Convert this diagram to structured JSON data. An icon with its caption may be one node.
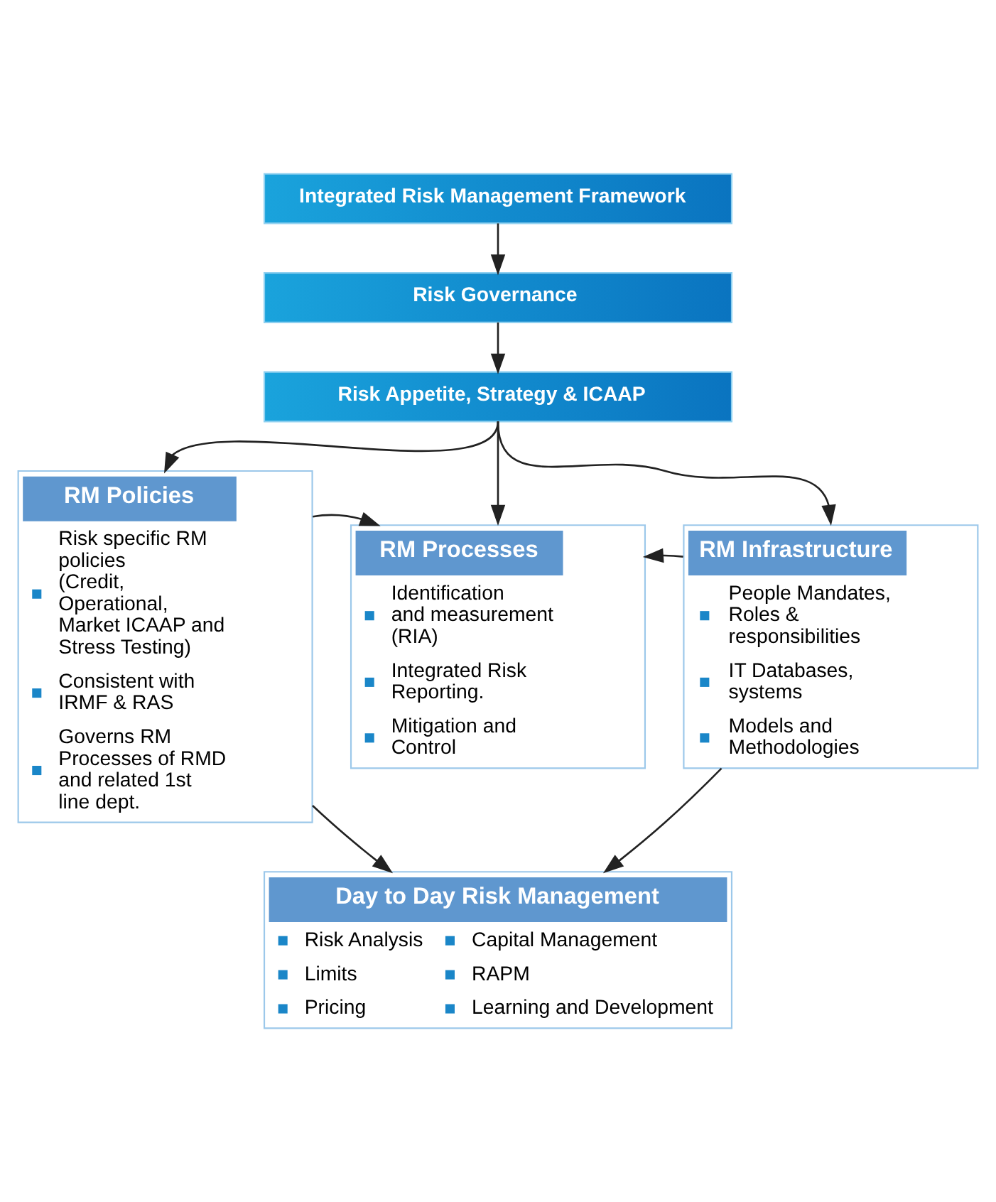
{
  "diagram": {
    "nodes": [
      {
        "text": [
          "Integrated Risk Management Framework"
        ]
      },
      {
        "text": [
          "Risk Governance"
        ]
      },
      {
        "text": [
          "Risk Appetite, Strategy & ICAAP"
        ]
      },
      {
        "text": [
          "RM Policies",
          "Risk specific RM policies (Credit, Operational, Market ICAAP and Stress Testing)",
          "Consistent with IRMF & RAS",
          "Governs RM Processes of RMD and related 1st line dept."
        ]
      },
      {
        "text": [
          "RM Processes",
          "Identification and measurement (RIA)",
          "Integrated Risk Reporting.",
          "Mitigation and Control"
        ]
      },
      {
        "text": [
          "RM Infrastructure",
          "People Mandates, Roles & responsibilities",
          "IT Databases, systems",
          "Models and Methodologies"
        ]
      },
      {
        "text": [
          "Day to Day Risk Management",
          "Risk Analysis",
          "Limits",
          "Pricing",
          "Capital Management",
          "RAPM",
          "Learning and Development"
        ]
      }
    ],
    "edges": [
      {
        "from": 0,
        "to": 1,
        "arrow": "to"
      },
      {
        "from": 1,
        "to": 2,
        "arrow": "to"
      },
      {
        "from": 2,
        "to": 3,
        "arrow": "to"
      },
      {
        "from": 2,
        "to": 4,
        "arrow": "to"
      },
      {
        "from": 2,
        "to": 5,
        "arrow": "to"
      },
      {
        "from": 3,
        "to": 4,
        "arrow": "to"
      },
      {
        "from": 5,
        "to": 4,
        "arrow": "to"
      },
      {
        "from": 3,
        "to": 6,
        "arrow": "to"
      },
      {
        "from": 5,
        "to": 6,
        "arrow": "to"
      }
    ]
  }
}
